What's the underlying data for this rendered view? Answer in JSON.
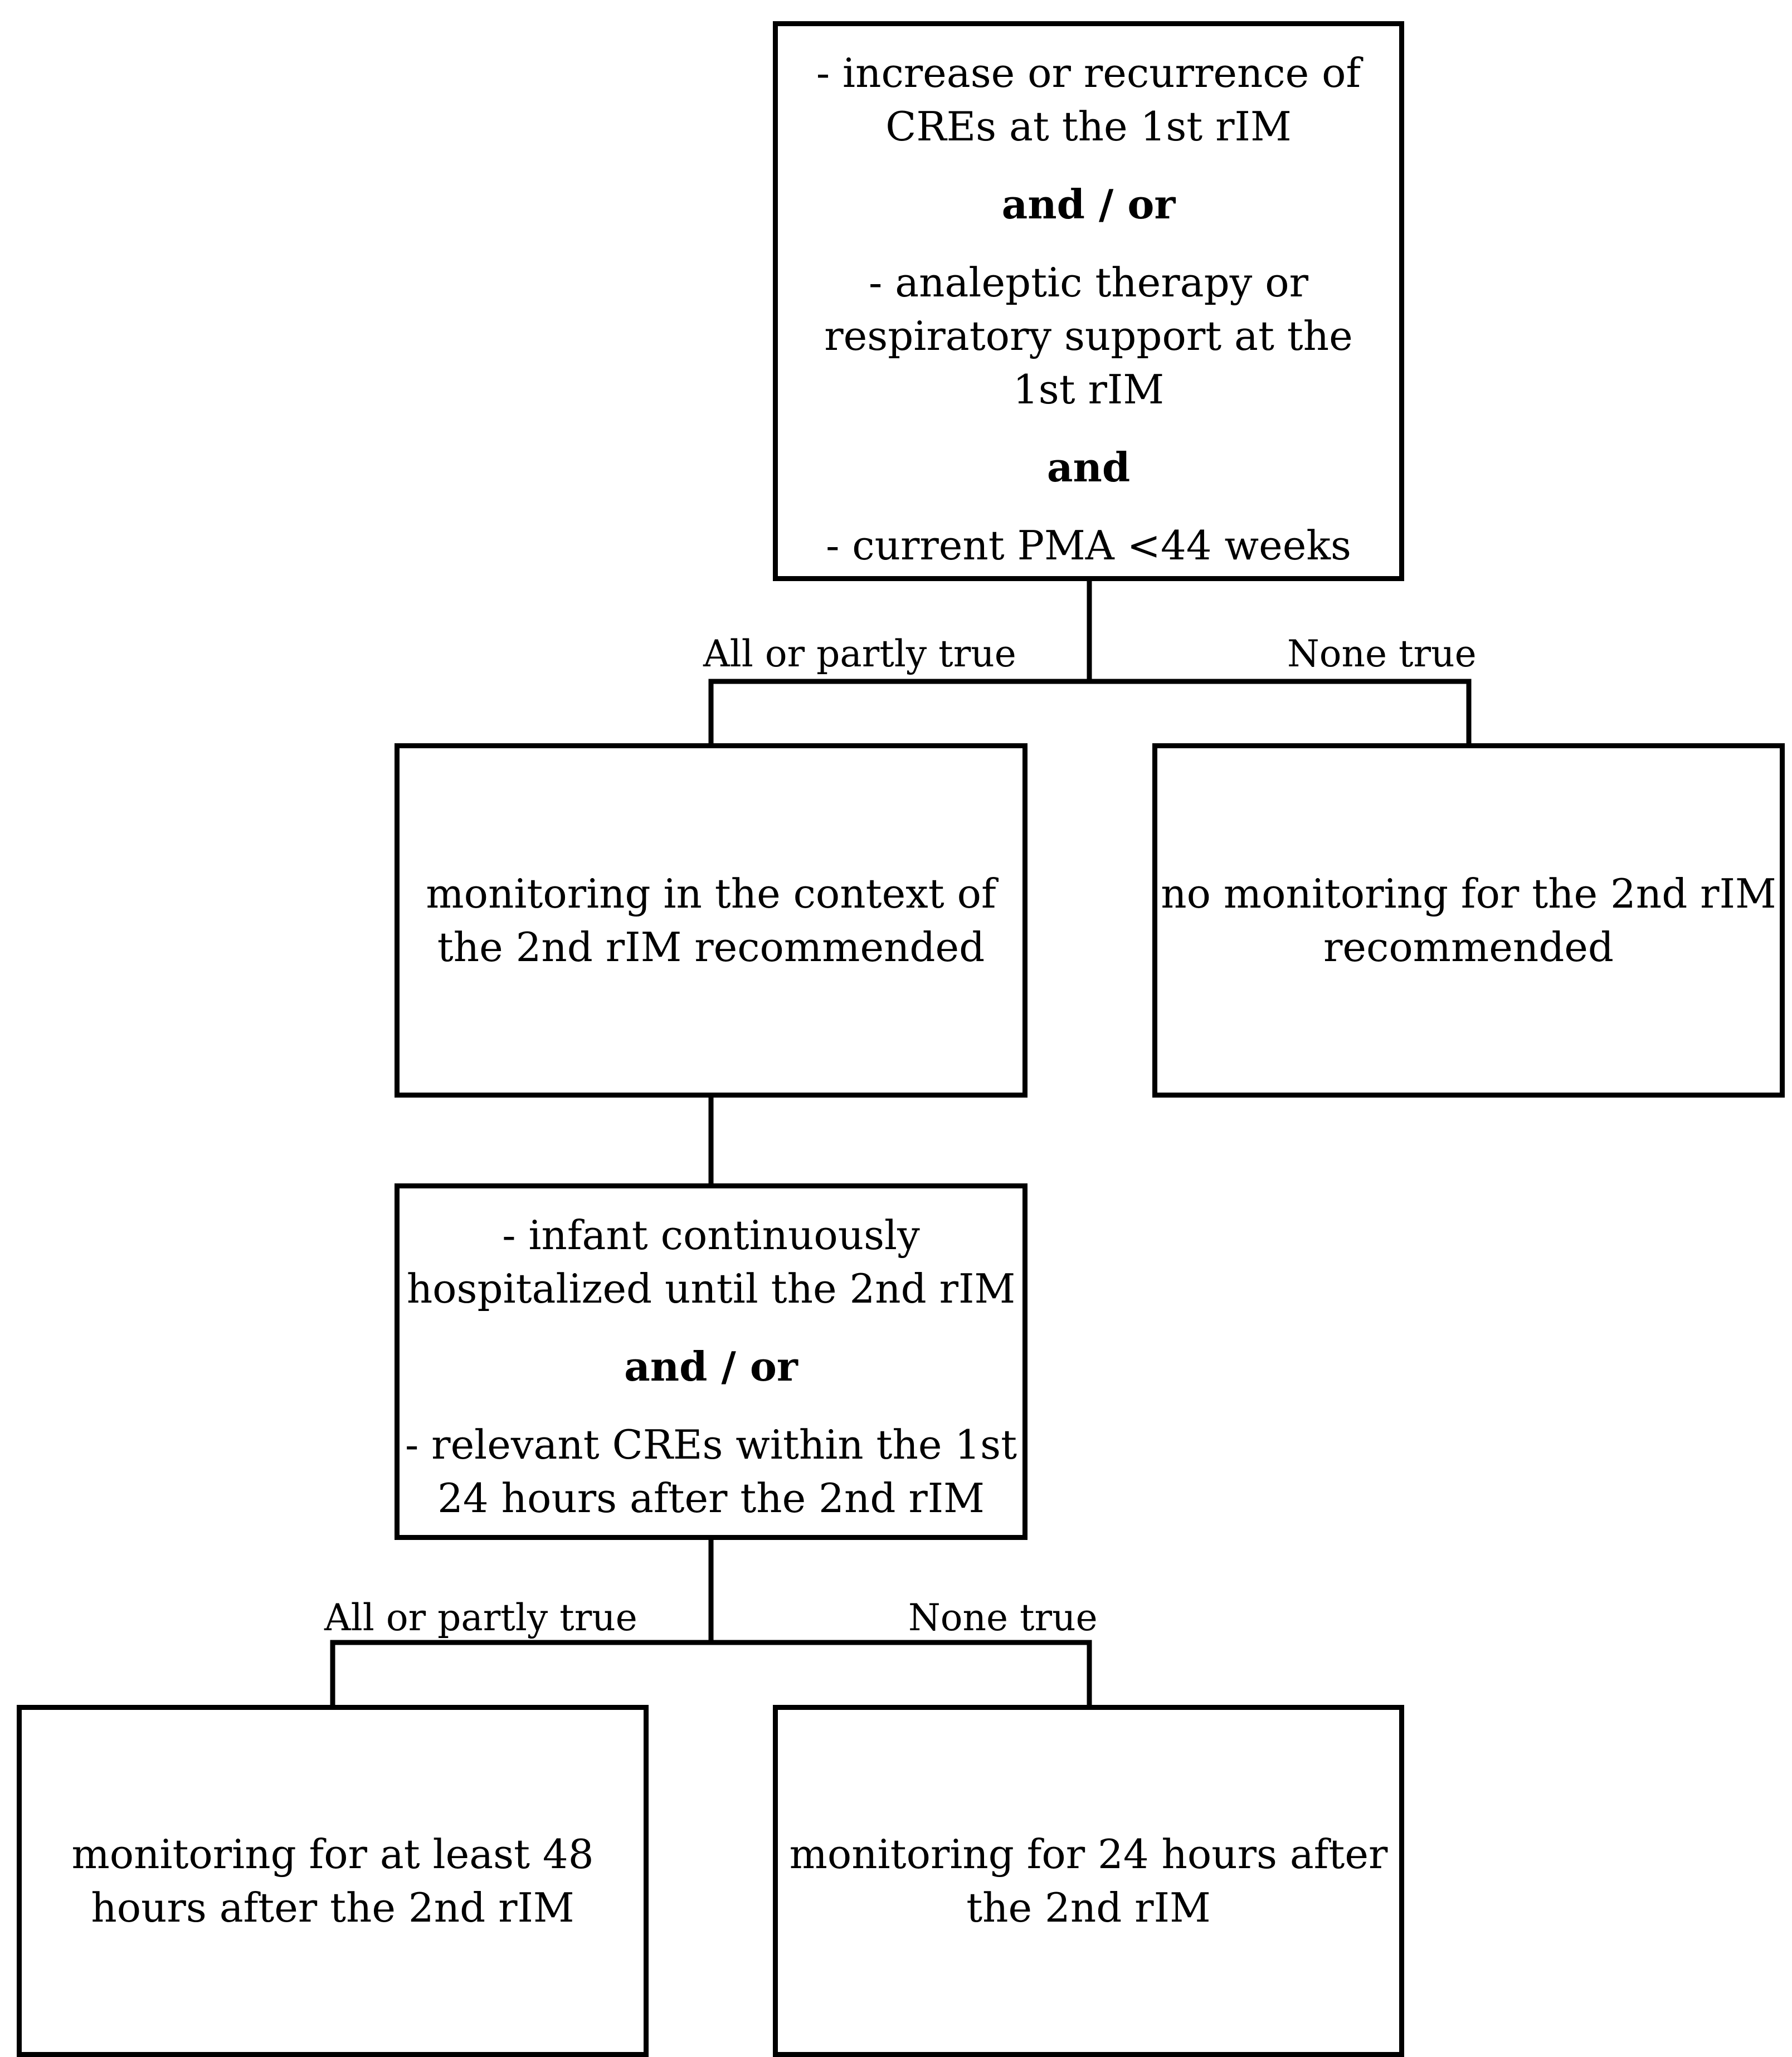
{
  "criteria_box_1": {
    "line_1": "- increase or recurrence of",
    "line_2": "CREs at the 1st rIM",
    "conj_1": "and / or",
    "line_3": "- analeptic therapy or",
    "line_4": "respiratory support at the",
    "line_5": "1st rIM",
    "conj_2": "and",
    "line_6": "- current PMA <44 weeks"
  },
  "branch_1": {
    "true_label": "All or partly true",
    "false_label": "None true"
  },
  "outcome_monitoring": {
    "line_1": "monitoring in the context of",
    "line_2": "the 2nd rIM recommended"
  },
  "outcome_no_monitoring": {
    "line_1": "no monitoring for the 2nd rIM",
    "line_2": "recommended"
  },
  "criteria_box_2": {
    "line_1": "- infant continuously",
    "line_2": "hospitalized until the 2nd rIM",
    "conj_1": "and / or",
    "line_3": "- relevant CREs within the 1st",
    "line_4": "24 hours after the 2nd rIM"
  },
  "branch_2": {
    "true_label": "All or partly true",
    "false_label": "None true"
  },
  "outcome_48h": {
    "line_1": "monitoring for at least 48",
    "line_2": "hours after the 2nd rIM"
  },
  "outcome_24h": {
    "line_1": "monitoring for 24 hours after",
    "line_2": "the 2nd rIM"
  }
}
